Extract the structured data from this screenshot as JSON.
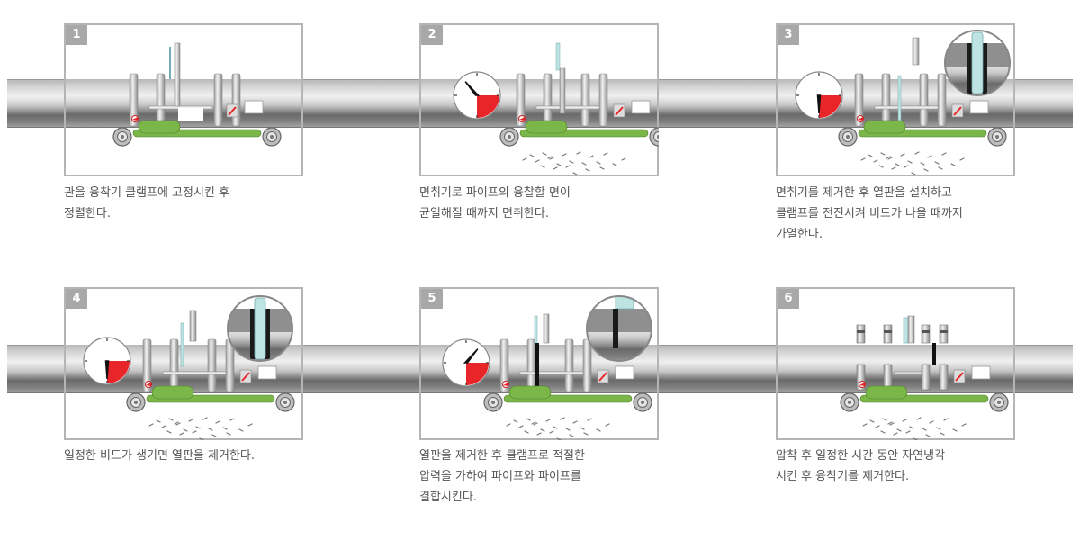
{
  "steps": [
    {
      "number": "1",
      "lines": [
        "관을 융착기 클램프에 고정시킨 후",
        "정렬한다."
      ]
    },
    {
      "number": "2",
      "lines": [
        "면취기로 파이프의 융찰할 면이",
        "균일해질 때까지 면취한다."
      ]
    },
    {
      "number": "3",
      "lines": [
        "면취기를 제거한 후 열판을 설치하고",
        "클램프를 전진시켜 비드가 나올 때까지",
        "가열한다."
      ]
    },
    {
      "number": "4",
      "lines": [
        "일정한 비드가 생기면 열판을 제거한다."
      ]
    },
    {
      "number": "5",
      "lines": [
        "열판을 제거한 후 클램프로 적절한",
        "압력을 가하여 파이프와 파이프를",
        "결합시킨다."
      ]
    },
    {
      "number": "6",
      "lines": [
        "압착 후 일정한 시간 동안 자연냉각",
        "시킨 후 융착기를 제거한다."
      ]
    }
  ],
  "colors": {
    "frame_border": "#b5b5b5",
    "number_badge": "#a8a8a8",
    "gauge_red": "#e8262a",
    "machine_green": "#7ab648",
    "heater_plate": "#bde3e3",
    "caption_text": "#555555"
  }
}
